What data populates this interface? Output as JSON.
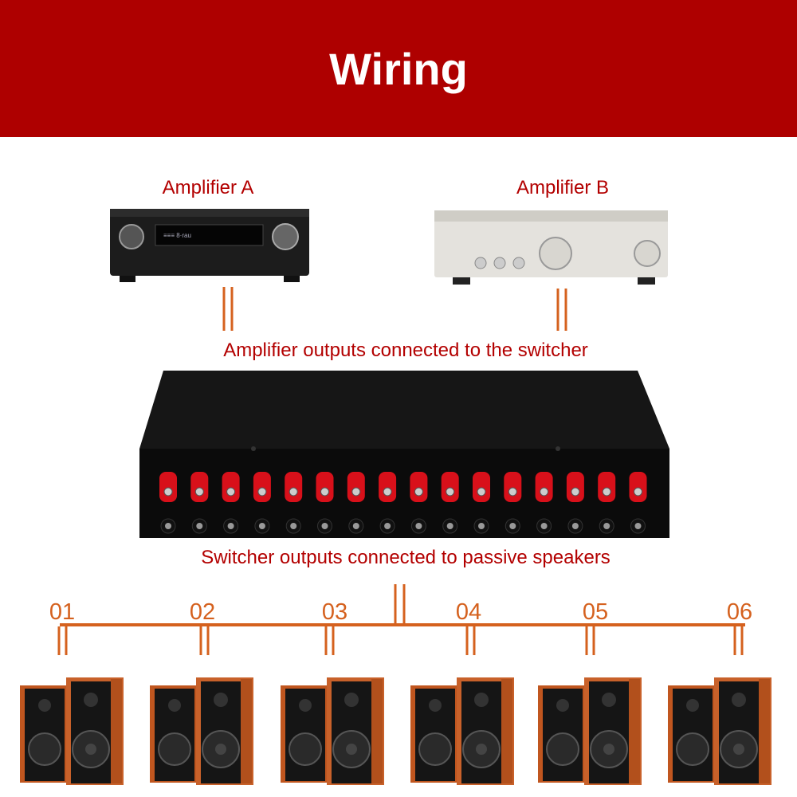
{
  "header": {
    "title": "Wiring"
  },
  "amplifiers": [
    {
      "label": "Amplifier A"
    },
    {
      "label": "Amplifier B"
    }
  ],
  "captions": {
    "amp_to_switcher": "Amplifier outputs connected to the switcher",
    "switcher_to_speakers": "Switcher outputs connected to passive speakers"
  },
  "speaker_channels": [
    "01",
    "02",
    "03",
    "04",
    "05",
    "06"
  ],
  "colors": {
    "header": "#ae0000",
    "caption": "#b30000",
    "wire": "#d5611e"
  }
}
